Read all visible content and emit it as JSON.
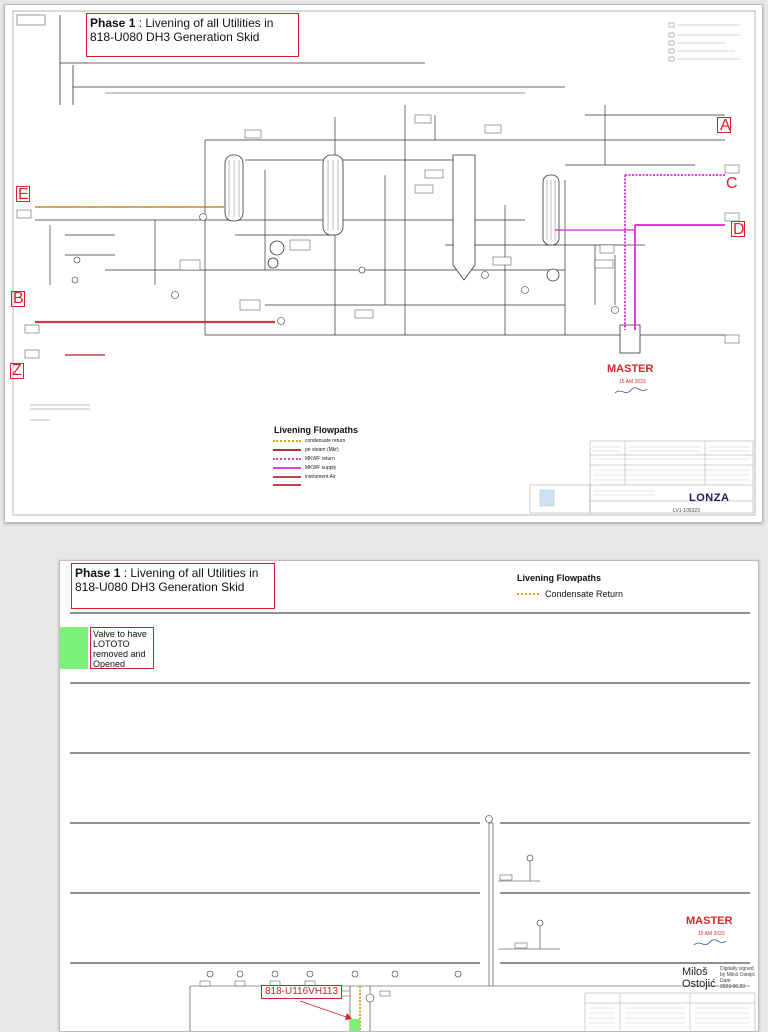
{
  "page1": {
    "title_bold": "Phase 1",
    "title_rest": " : Livening of all Utilities in 818-U080 DH3 Generation Skid",
    "letters": [
      "A",
      "B",
      "C",
      "D",
      "E",
      "Z"
    ],
    "master": "MASTER",
    "legend": {
      "title": "Livening Flowpaths",
      "rows": [
        {
          "label": "condensate return",
          "color": "#e0a020",
          "style": "dotted"
        },
        {
          "label": "pe steam (Mkr)",
          "color": "#b03040",
          "style": "solid"
        },
        {
          "label": "MKWF return",
          "color": "#d040d0",
          "style": "dotted"
        },
        {
          "label": "MKWF supply",
          "color": "#e040e0",
          "style": "solid"
        },
        {
          "label": "instrument Air",
          "color": "#c04050",
          "style": "solid"
        },
        {
          "label": "",
          "color": "#c04050",
          "style": "solid"
        }
      ]
    },
    "logo": "LONZA",
    "sheet_no": "LV1-105323"
  },
  "page2": {
    "title_bold": "Phase 1",
    "title_rest": " : Livening of all Utilities in 818-U080 DH3 Generation Skid",
    "legend_title": "Livening Flowpaths",
    "legend_row": "Condensate Return",
    "valve_note": "Valve to have LOTOTO removed and Opened",
    "master": "MASTER",
    "valve_tag": "818-U116VH113",
    "signer_first": "Miloš",
    "signer_last": "Ostojić",
    "signed_note": "Digitally signed by Miloš Ostojić Date: 2023.06.23"
  },
  "colors": {
    "accent_red": "#d4202a",
    "condensate": "#e0a020",
    "steam": "#b03040",
    "mkwf": "#e040e0",
    "green_marker": "#7cf27a"
  }
}
